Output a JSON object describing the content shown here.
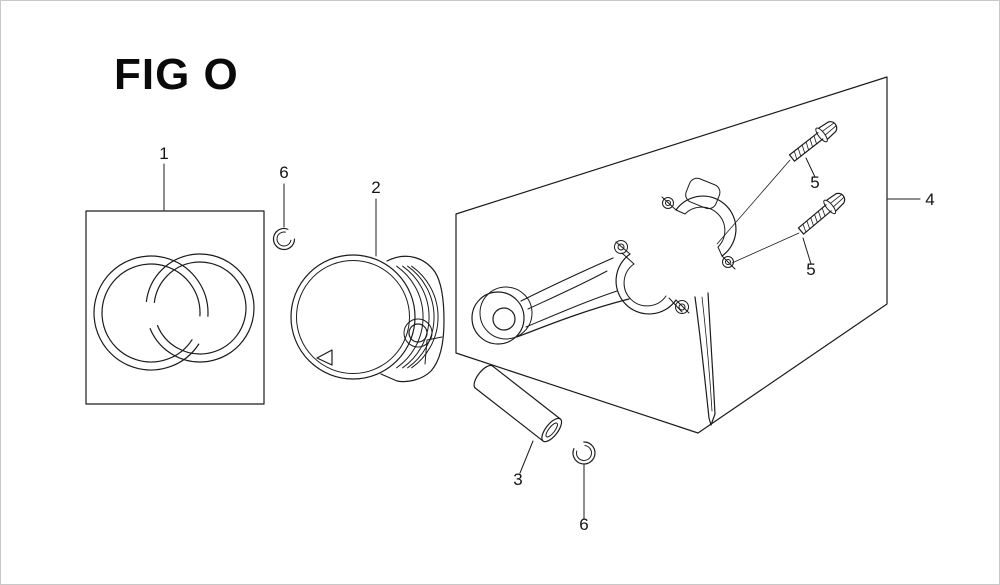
{
  "figure": {
    "title": "FIG O"
  },
  "callouts": {
    "ring_set": "1",
    "piston": "2",
    "piston_pin": "3",
    "rod_assembly": "4",
    "rod_bolt_upper": "5",
    "rod_bolt_lower": "5",
    "pin_clip_upper": "6",
    "pin_clip_lower": "6"
  },
  "colors": {
    "background": "#ffffff",
    "line": "#1c1c1c",
    "border": "#c8c8c8"
  }
}
